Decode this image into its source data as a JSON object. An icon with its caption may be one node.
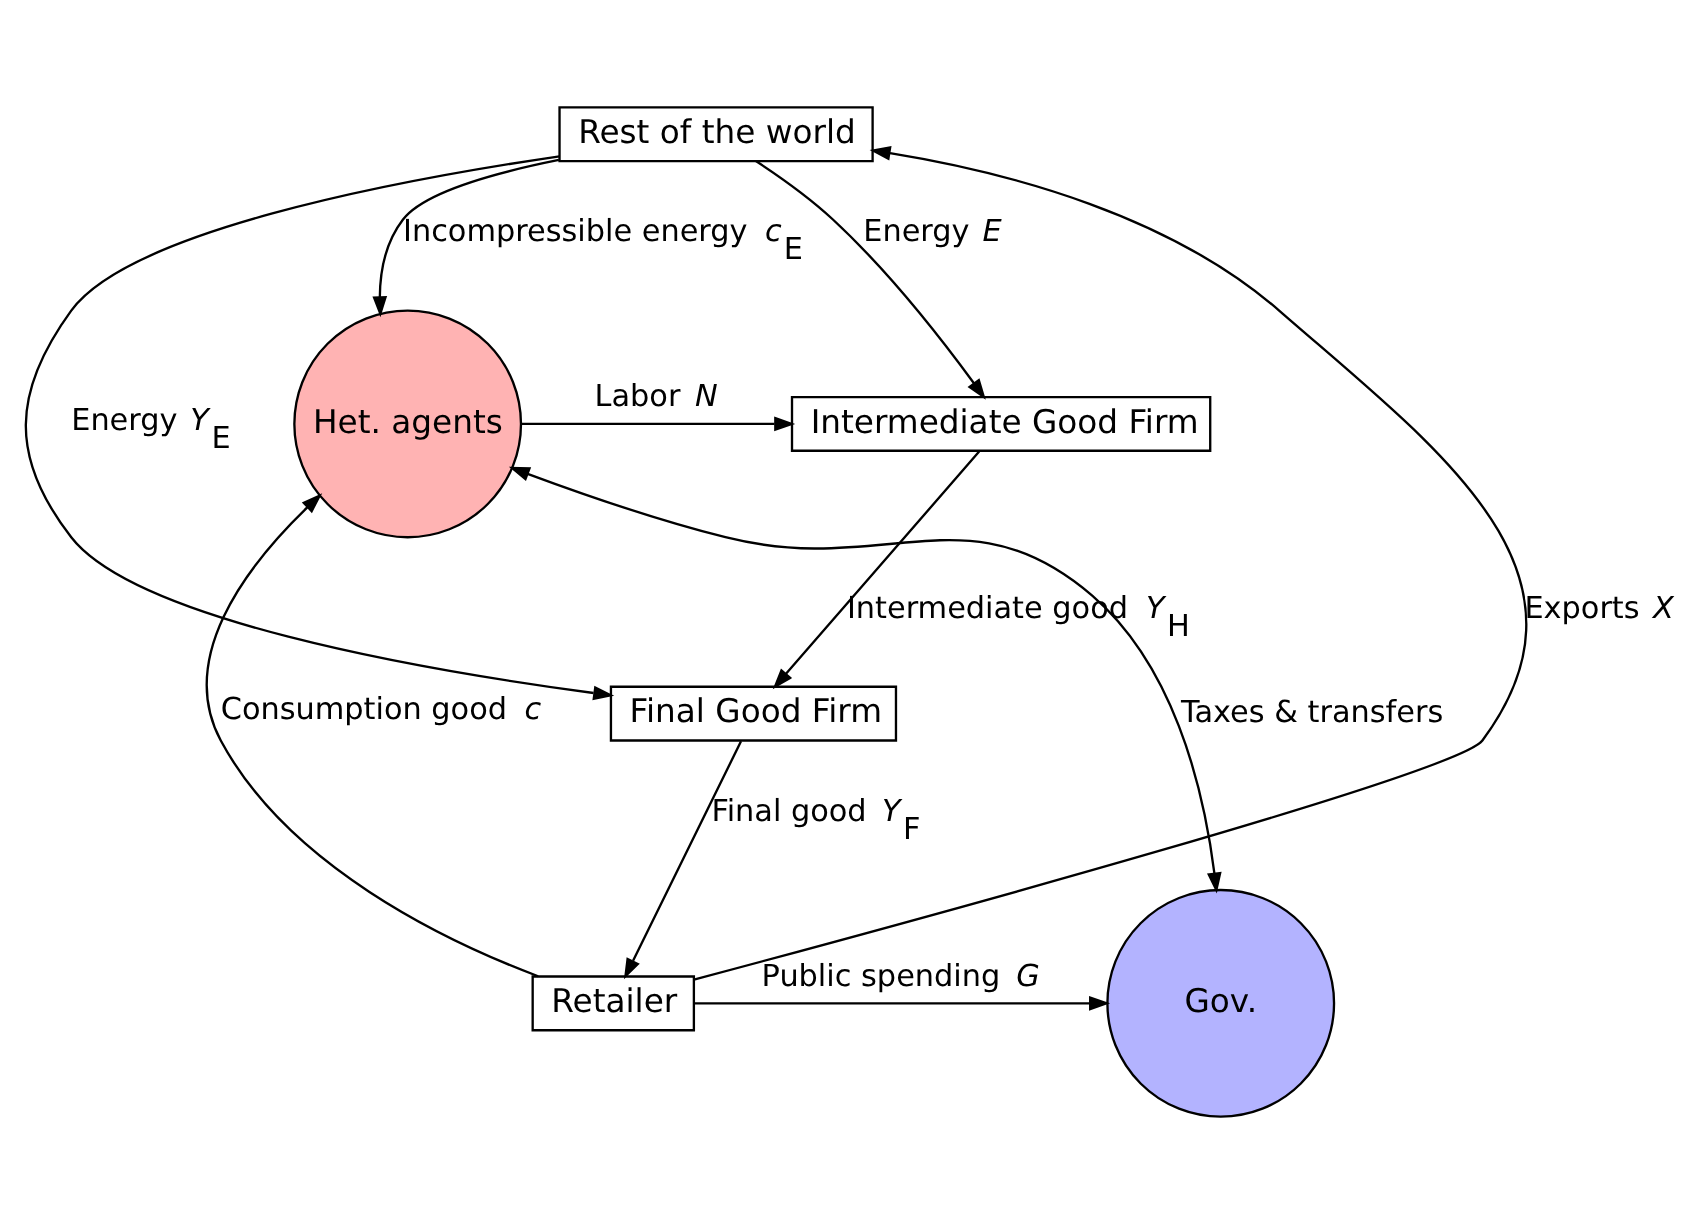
{
  "diagram": {
    "nodes": [
      {
        "text": [
          "Rest of the world"
        ]
      },
      {
        "text": [
          "Intermediate Good Firm"
        ]
      },
      {
        "text": [
          "Final Good Firm"
        ]
      },
      {
        "text": [
          "Retailer"
        ]
      },
      {
        "text": [
          "Het. agents"
        ]
      },
      {
        "text": [
          "Gov."
        ]
      }
    ],
    "edges": [
      {
        "from": 0,
        "to": 1,
        "arrow": "to",
        "label": "Energy *E*"
      },
      {
        "from": 0,
        "to": 2,
        "arrow": "to",
        "label": "Energy *Y*$_{E}$"
      },
      {
        "from": 1,
        "to": 2,
        "arrow": "to",
        "label": "Intermediate good *Y*$_{H}$"
      },
      {
        "from": 2,
        "to": 3,
        "arrow": "to",
        "label": "Final good *Y*$_{F}$"
      },
      {
        "from": 3,
        "to": 0,
        "arrow": "to",
        "label": "Exports *X*"
      },
      {
        "from": 0,
        "to": 4,
        "arrow": "to",
        "label": "Incompressible energy *c*$_{E}$"
      },
      {
        "from": 4,
        "to": 1,
        "arrow": "to",
        "label": "Labor *N*"
      },
      {
        "from": 3,
        "to": 4,
        "arrow": "to",
        "label": "Consumption good *c*"
      },
      {
        "from": 4,
        "to": 5,
        "arrow": "both",
        "label": "Taxes & transfers"
      },
      {
        "from": 3,
        "to": 5,
        "arrow": "to",
        "label": "Public spending *G*"
      }
    ]
  }
}
